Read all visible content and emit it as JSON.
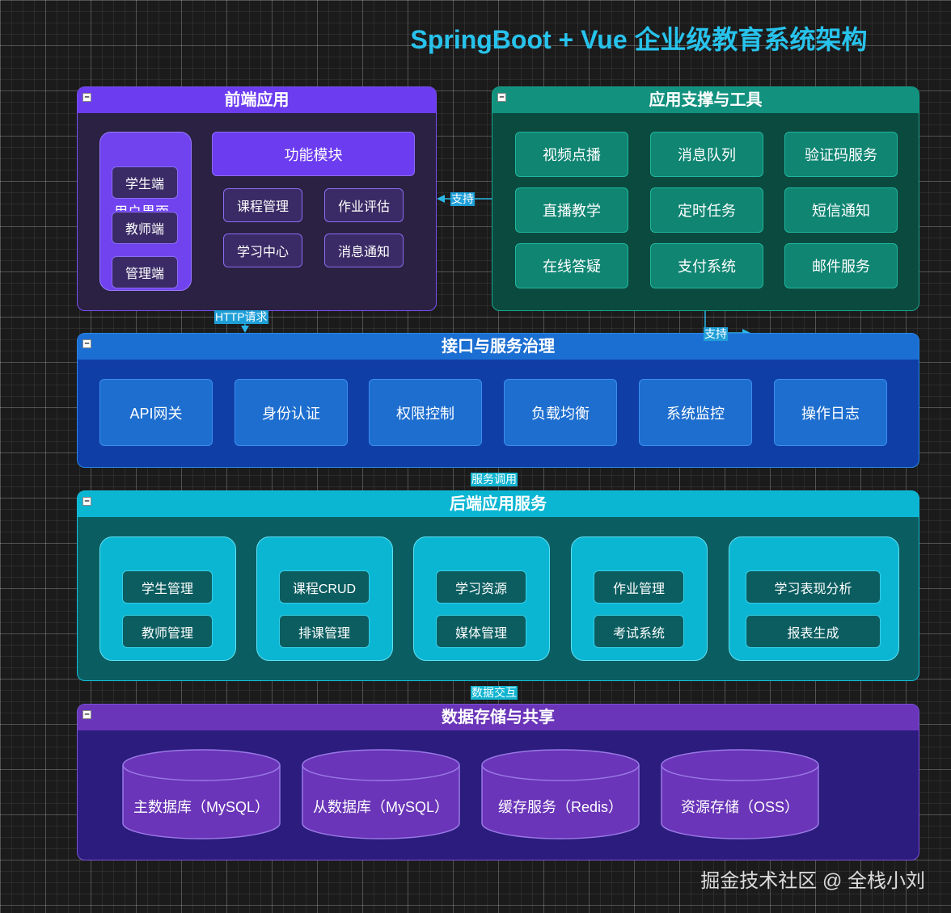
{
  "title": "SpringBoot + Vue 企业级教育系统架构",
  "groups": {
    "frontend": {
      "label": "前端应用",
      "user_interface_label": "用户界面",
      "user_nodes": [
        "学生端",
        "教师端",
        "管理端"
      ],
      "function_label": "功能模块",
      "function_nodes": [
        "课程管理",
        "作业评估",
        "学习中心",
        "消息通知"
      ]
    },
    "support": {
      "label": "应用支撑与工具",
      "nodes": [
        "视频点播",
        "消息队列",
        "验证码服务",
        "直播教学",
        "定时任务",
        "短信通知",
        "在线答疑",
        "支付系统",
        "邮件服务"
      ]
    },
    "gateway": {
      "label": "接口与服务治理",
      "nodes": [
        "API网关",
        "身份认证",
        "权限控制",
        "负载均衡",
        "系统监控",
        "操作日志"
      ]
    },
    "backend": {
      "label": "后端应用服务",
      "clusters": [
        {
          "top": "学生管理",
          "bottom": "教师管理"
        },
        {
          "top": "课程CRUD",
          "bottom": "排课管理"
        },
        {
          "top": "学习资源",
          "bottom": "媒体管理"
        },
        {
          "top": "作业管理",
          "bottom": "考试系统"
        },
        {
          "top": "学习表现分析",
          "bottom": "报表生成"
        }
      ]
    },
    "storage": {
      "label": "数据存储与共享",
      "nodes": [
        "主数据库（MySQL）",
        "从数据库（MySQL）",
        "缓存服务（Redis）",
        "资源存储（OSS）"
      ]
    }
  },
  "edges": {
    "support_frontend": "支持",
    "http": "HTTP请求",
    "support_gateway": "支持",
    "service_call": "服务调用",
    "data_exchange": "数据交互"
  },
  "watermark": "掘金技术社区 @ 全栈小刘",
  "colors": {
    "title": "#27c3ec",
    "frontend": "#6c3cf0",
    "support": "#12917f",
    "gateway": "#1c6fd2",
    "backend": "#0bb6d3",
    "storage": "#6a35b8"
  }
}
